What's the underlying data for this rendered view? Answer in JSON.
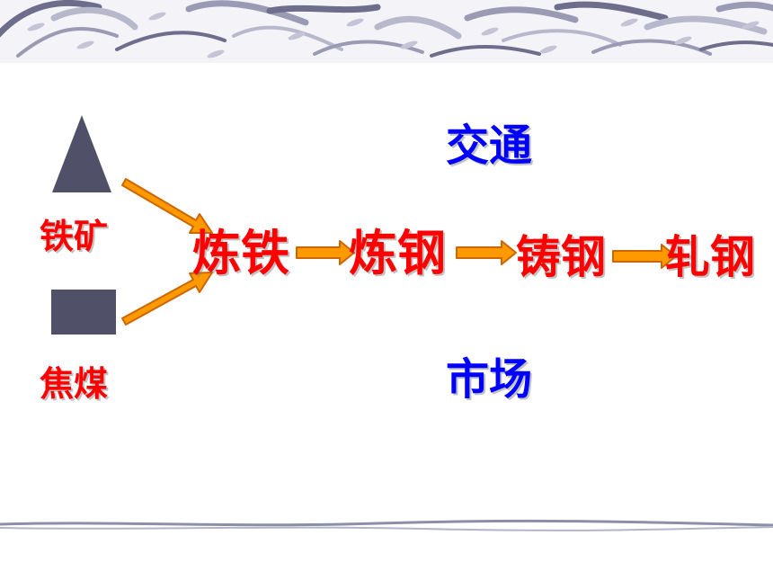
{
  "colors": {
    "raw_material_label": "#ff0000",
    "process_label": "#ff0000",
    "factor_label": "#0000ff",
    "shape_fill": "#505068",
    "arrow_fill": "#ff9900",
    "arrow_stroke": "#cc6600",
    "texture": "#8e8ea8"
  },
  "raw_materials": {
    "iron_ore": {
      "label": "铁矿",
      "shape": "triangle"
    },
    "coke": {
      "label": "焦煤",
      "shape": "square"
    }
  },
  "process_steps": [
    "炼铁",
    "炼钢",
    "铸钢",
    "轧钢"
  ],
  "factors": {
    "top": "交通",
    "bottom": "市场"
  }
}
